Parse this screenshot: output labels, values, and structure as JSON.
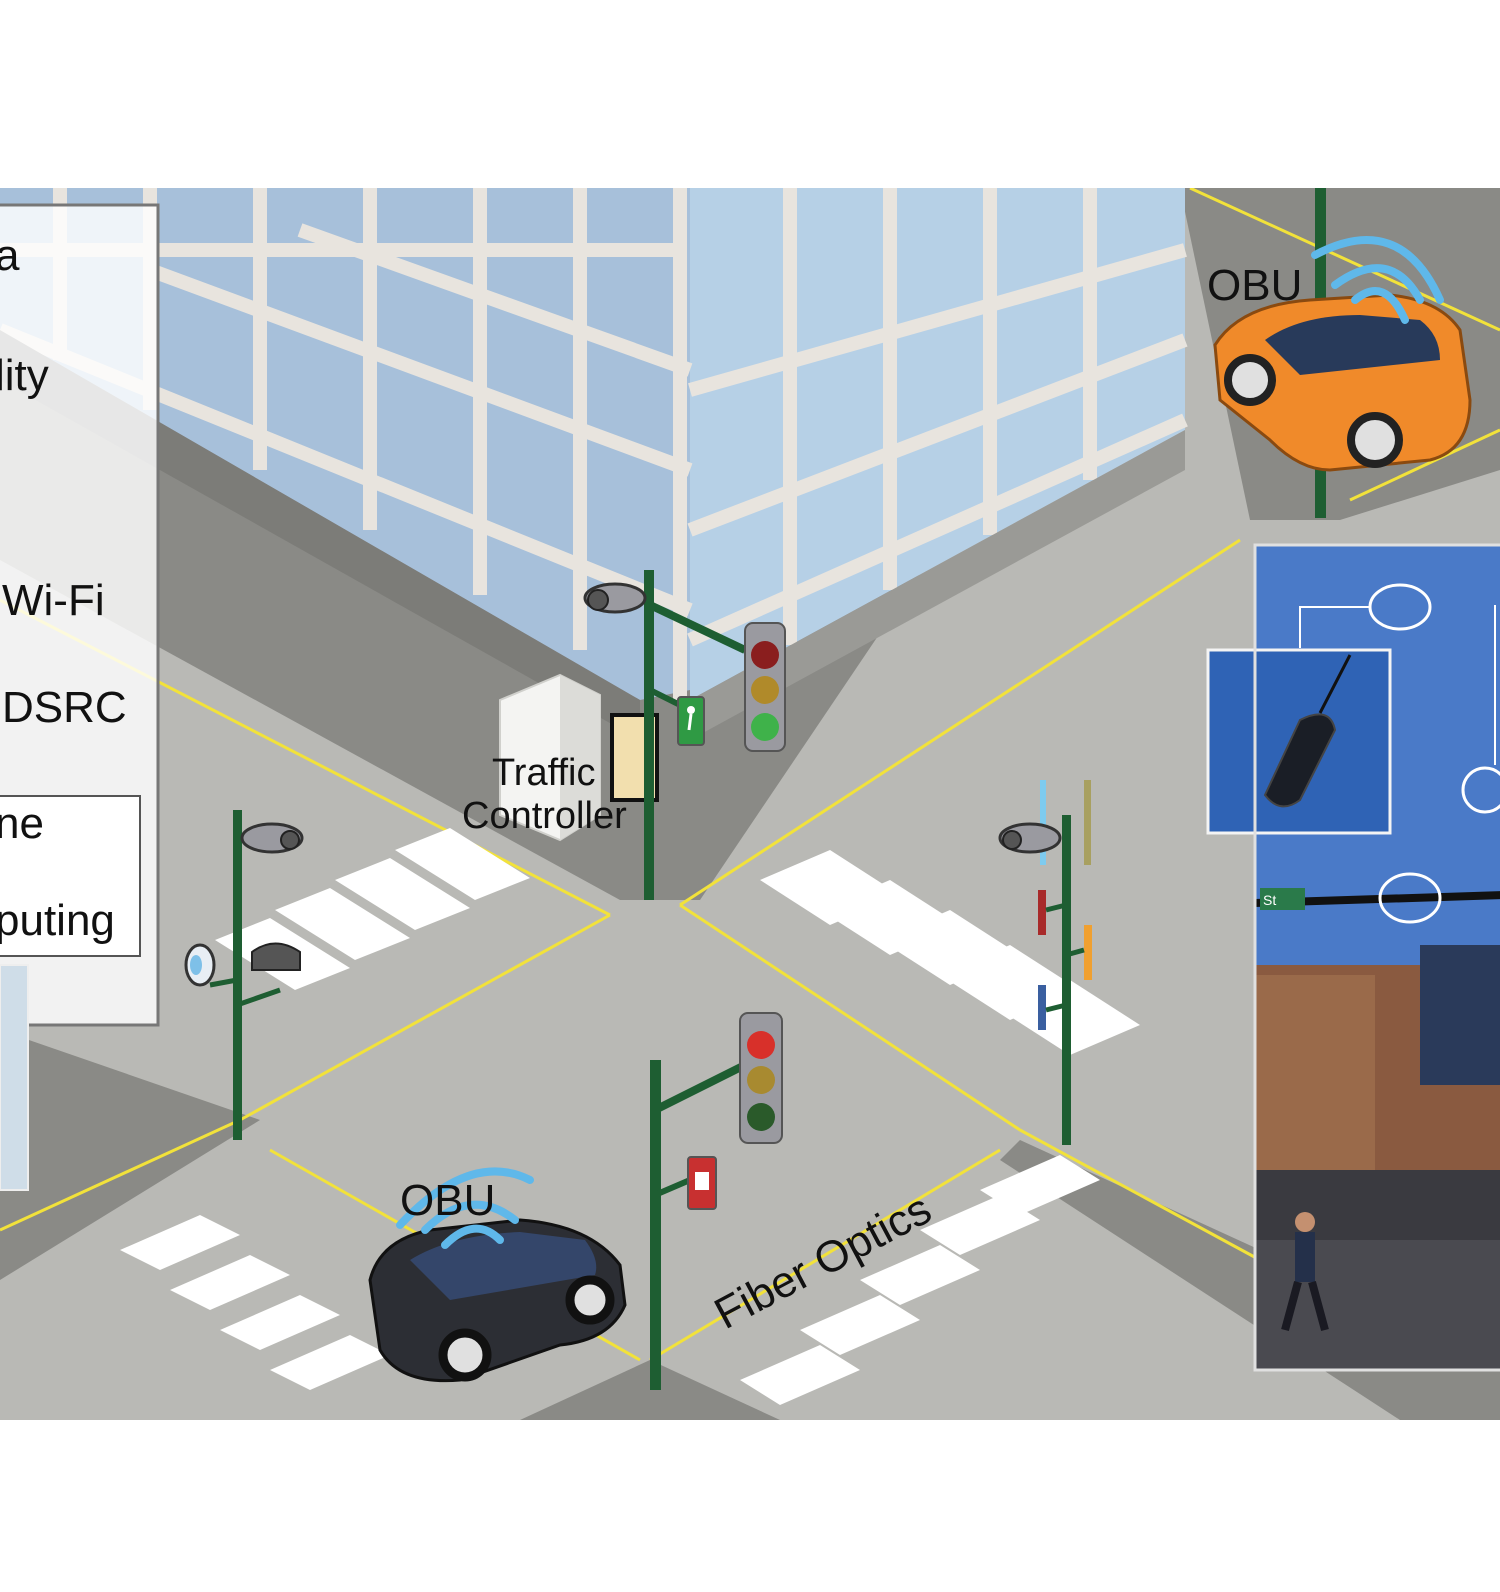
{
  "labels": {
    "obu_top": "OBU",
    "obu_bottom": "OBU",
    "traffic_controller_line1": "Traffic",
    "traffic_controller_line2": "Controller",
    "fiber_optics": "Fiber Optics"
  },
  "legend": {
    "partial_items": [
      "a",
      "lity",
      "Wi-Fi",
      "DSRC"
    ],
    "inner_box_items": [
      "ne",
      "puting"
    ]
  },
  "photo_inset": {
    "sign_text": "St"
  },
  "colors": {
    "pole_green": "#1e5e32",
    "road_gray": "#b8b8b4",
    "sidewalk_gray": "#8c8c88",
    "lane_yellow": "#f2e23a",
    "window_blue": "#a9c3dd",
    "car_orange": "#f08a2a",
    "car_black": "#2c2e34",
    "signal_wave_blue": "#5fb8ea"
  }
}
